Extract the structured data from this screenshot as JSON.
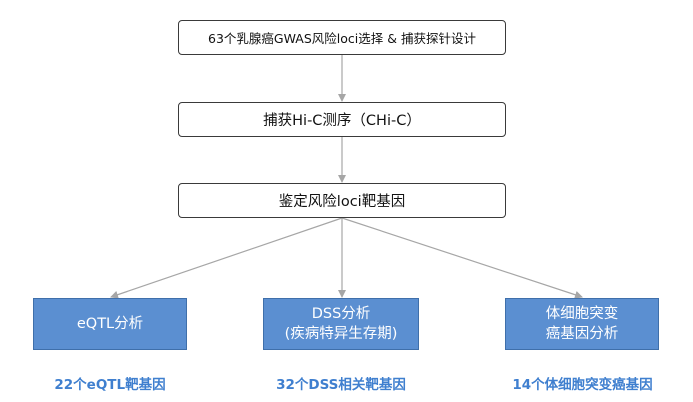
{
  "steps": [
    {
      "label": "63个乳腺癌GWAS风险loci选择 & 捕获探针设计"
    },
    {
      "label": "捕获Hi-C测序（CHi-C）"
    },
    {
      "label": "鉴定风险loci靶基因"
    }
  ],
  "analyses": [
    {
      "lines": [
        "eQTL分析"
      ],
      "result": "22个eQTL靶基因"
    },
    {
      "lines": [
        "DSS分析",
        "(疾病特异生存期)"
      ],
      "result": "32个DSS相关靶基因"
    },
    {
      "lines": [
        "体细胞突变",
        "癌基因分析"
      ],
      "result": "14个体细胞突变癌基因"
    }
  ],
  "colors": {
    "connector": "#a6a6a6",
    "analysis_fill": "#5b8fd1",
    "caption_text": "#3f7fcf"
  }
}
